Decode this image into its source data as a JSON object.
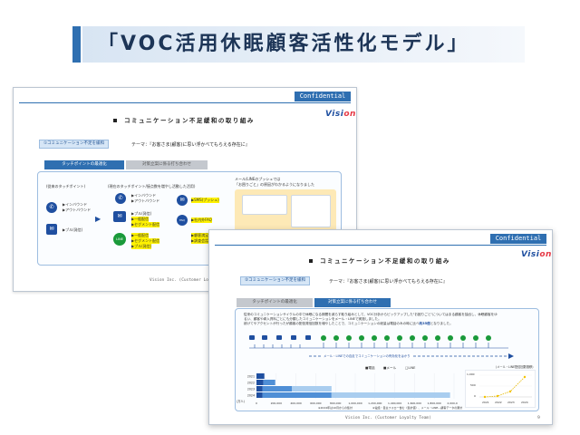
{
  "header": {
    "title": "「VOC活用休眠顧客活性化モデル」"
  },
  "back_slide": {
    "confidential": "Confidential",
    "title": "コミュニケーション不足緩和の取り組み",
    "logo_main": "Visi",
    "logo_accent": "on",
    "theme_label": "①コミュニケーション不足を緩和",
    "theme_text": "テーマ：『お客さま(顧客)に思い浮かべてもらえる存在に』",
    "tab_active": "タッチポイントの最適化",
    "tab_inactive": "対策立案に係る打ち合わせ",
    "left_label": "(従来のタッチポイント)",
    "left_items": [
      "▶インバウンド",
      "▶アウトバウンド",
      "▶ブル(発信)"
    ],
    "mid_label": "(現在のタッチポイント/接点数を増やし活動した活用)",
    "mid_items": [
      "▶インバウンド",
      "▶アウトバウンド",
      "▶プル(発信)",
      "▶一般配信",
      "▶セグメント配信",
      "▶一般配信",
      "▶セグメント配信",
      "▶プル(発信)"
    ],
    "mid_icon_line": "LINE",
    "right_items": [
      "▶SMS(プッシュ)",
      "▶社内外FAQ",
      "▶顧客満足",
      "▶調査会話"
    ],
    "right_icon_faq": "FAQ",
    "note_title": "メール/LINEのプッシュでは",
    "note_subtitle": "「お困りごと」の原因がわかるようになりました",
    "footer": "Vision Inc. (Customer Lo"
  },
  "front_slide": {
    "confidential": "Confidential",
    "title": "コミュニケーション不足緩和の取り組み",
    "logo_main": "Visi",
    "logo_accent": "on",
    "theme_label": "②コミュニケーション不足を緩和",
    "theme_text": "テーマ：『お客さま(顧客)に思い浮かべてもらえる存在に』",
    "tab_inactive": "タッチポイントの最適化",
    "tab_active": "対策立案に係る打ち合わせ",
    "body_line1": "従来のコミュニケーションサイクルの中で休眠になる期間を減らす取り組みとして、VOC分析からピックアップした\"お困りごと\"についてはまる顧客を抽出し、休眠顧客をゆ",
    "body_line2": "るい、顧客や導入資料ごとにも分類したコミュニケーションをメール・LINEで実施しました。",
    "body_line3": "続けてやアクセントが行ったが顧客の配信発信回数を増やしたことで、コミュニケーションの総量は電話のみの時に比べ",
    "body_highlight": "約35倍",
    "body_line4": "となりました。",
    "arrow_label": "メール・LINEでの自走でコミュニケーションの有効化をはかり",
    "legend_phone": "■電話",
    "legend_mail": "■メール",
    "legend_line": "□LINE",
    "years": [
      "2021",
      "2022",
      "2023",
      "2024"
    ],
    "unit_label": "(万人)",
    "x_ticks": [
      "0",
      "200,000",
      "400,000",
      "600,000",
      "800,000",
      "1,000,000",
      "1,200,000",
      "1,400,000",
      "1,600,000",
      "1,800,000",
      "2,000,000"
    ],
    "note_line1": "※2024年は10月からの集計",
    "note_line2": "※電話・自主フォロー含む（集計値）、メール・LINE…顧客データの累計",
    "small_chart_title": "(メール・LINE配信回数推移)",
    "small_y_ticks": [
      "1,000",
      "500",
      "0"
    ],
    "small_x_ticks": [
      "2021",
      "2022",
      "2023",
      "2024"
    ],
    "footer": "Vision Inc.  (Customer Loyalty Team)",
    "page": "9"
  },
  "chart_data": {
    "type": "bar",
    "orientation": "horizontal",
    "categories": [
      "2021",
      "2022",
      "2023",
      "2024"
    ],
    "series": [
      {
        "name": "■電話",
        "values": [
          80000,
          70000,
          60000,
          60000
        ]
      },
      {
        "name": "■メール",
        "values": [
          0,
          120000,
          300000,
          700000
        ]
      },
      {
        "name": "□LINE",
        "values": [
          0,
          0,
          400000,
          1200000
        ]
      }
    ],
    "xlim": [
      0,
      2000000
    ]
  },
  "colors": {
    "accent": "#2f6fb1",
    "phone": "#1f4fa0",
    "mail": "#4f8fd6",
    "line": "#a9cdef",
    "highlight": "#fff200"
  }
}
